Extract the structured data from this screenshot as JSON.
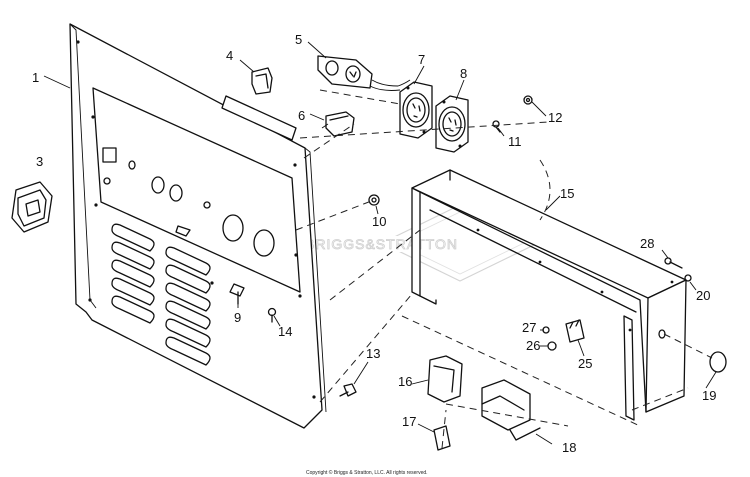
{
  "watermark": "BRIGGS&STRATTON",
  "copyright": "Copyright © Briggs & Stratton, LLC. All rights reserved.",
  "callouts": [
    {
      "id": "1",
      "label": "1"
    },
    {
      "id": "3",
      "label": "3"
    },
    {
      "id": "4",
      "label": "4"
    },
    {
      "id": "5",
      "label": "5"
    },
    {
      "id": "6",
      "label": "6"
    },
    {
      "id": "7",
      "label": "7"
    },
    {
      "id": "8",
      "label": "8"
    },
    {
      "id": "9",
      "label": "9"
    },
    {
      "id": "10",
      "label": "10"
    },
    {
      "id": "11",
      "label": "11"
    },
    {
      "id": "12",
      "label": "12"
    },
    {
      "id": "13",
      "label": "13"
    },
    {
      "id": "14",
      "label": "14"
    },
    {
      "id": "15",
      "label": "15"
    },
    {
      "id": "16",
      "label": "16"
    },
    {
      "id": "17",
      "label": "17"
    },
    {
      "id": "18",
      "label": "18"
    },
    {
      "id": "19",
      "label": "19"
    },
    {
      "id": "20",
      "label": "20"
    },
    {
      "id": "25",
      "label": "25"
    },
    {
      "id": "26",
      "label": "26"
    },
    {
      "id": "27",
      "label": "27"
    },
    {
      "id": "28",
      "label": "28"
    }
  ]
}
